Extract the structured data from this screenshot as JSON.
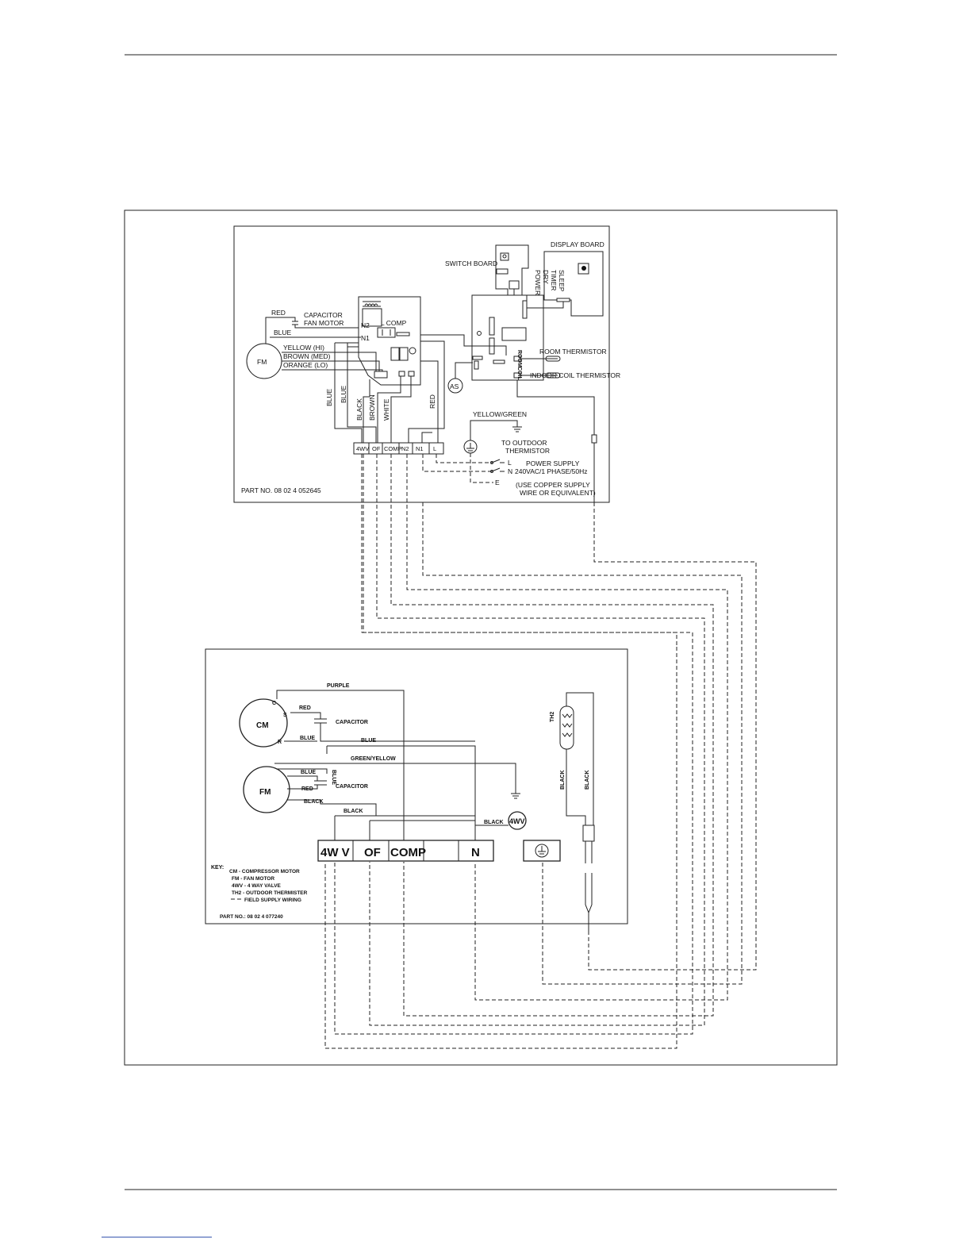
{
  "indoor": {
    "display_board": "DISPLAY BOARD",
    "switch_board": "SWITCH BOARD",
    "display_leds": [
      "SLEEP",
      "TIMER",
      "DRY",
      "POWER"
    ],
    "capacitor_label": "CAPACITOR",
    "fan_motor_label": "FAN MOTOR",
    "wire_red": "RED",
    "wire_blue": "BLUE",
    "wire_yellow_hi": "YELLOW (HI)",
    "wire_brown_med": "BROWN (MED)",
    "wire_orange_lo": "ORANGE (LO)",
    "fm": "FM",
    "as": "AS",
    "pcb_n2": "N2",
    "pcb_n1": "N1",
    "pcb_l_comp": "L COMP",
    "vert_blue_1": "BLUE",
    "vert_blue_2": "BLUE",
    "vert_black": "BLACK",
    "vert_brown": "BROWN",
    "vert_white": "WHITE",
    "vert_red": "RED",
    "room_thermistor": "ROOM THERMISTOR",
    "indoor_coil_thermistor": "INDOOR COIL THERMISTOR",
    "room_tag": "ROOM",
    "coil_tag": "COIL",
    "yellow_green": "YELLOW/GREEN",
    "to_outdoor_1": "TO OUTDOOR",
    "to_outdoor_2": "THERMISTOR",
    "terminals": [
      "4WV",
      "OF",
      "COMP",
      "N2",
      "N1",
      "L"
    ],
    "line_l": "L",
    "line_n": "N",
    "line_e": "E",
    "power_supply_1": "POWER SUPPLY",
    "power_supply_2": "240VAC/1 PHASE/50Hz",
    "copper_1": "(USE COPPER SUPPLY",
    "copper_2": "WIRE OR EQUIVALENT)",
    "part_no": "PART NO. 08 02 4 052645"
  },
  "outdoor": {
    "purple": "PURPLE",
    "cm": "CM",
    "c": "C",
    "s": "S",
    "r": "R",
    "red_1": "RED",
    "capacitor_1": "CAPACITOR",
    "blue_1": "BLUE",
    "blue_2": "BLUE",
    "green_yellow": "GREEN/YELLOW",
    "fm": "FM",
    "blue_3": "BLUE",
    "blue_vert": "BLUE",
    "red_2": "RED",
    "capacitor_2": "CAPACITOR",
    "black_1": "BLACK",
    "black_2": "BLACK",
    "black_3": "BLACK",
    "valve": "4WV",
    "terminals": [
      "4W V",
      "OF",
      "COMP",
      "",
      "N"
    ],
    "th2": "TH2",
    "black_left": "BLACK",
    "black_right": "BLACK",
    "key_title": "KEY:",
    "key_lines": [
      "CM - COMPRESSOR MOTOR",
      "FM - FAN MOTOR",
      "4WV - 4 WAY VALVE",
      "TH2 - OUTDOOR THERMISTER",
      "FIELD SUPPLY WIRING"
    ],
    "part_no": "PART NO.: 08 02 4 077240"
  }
}
